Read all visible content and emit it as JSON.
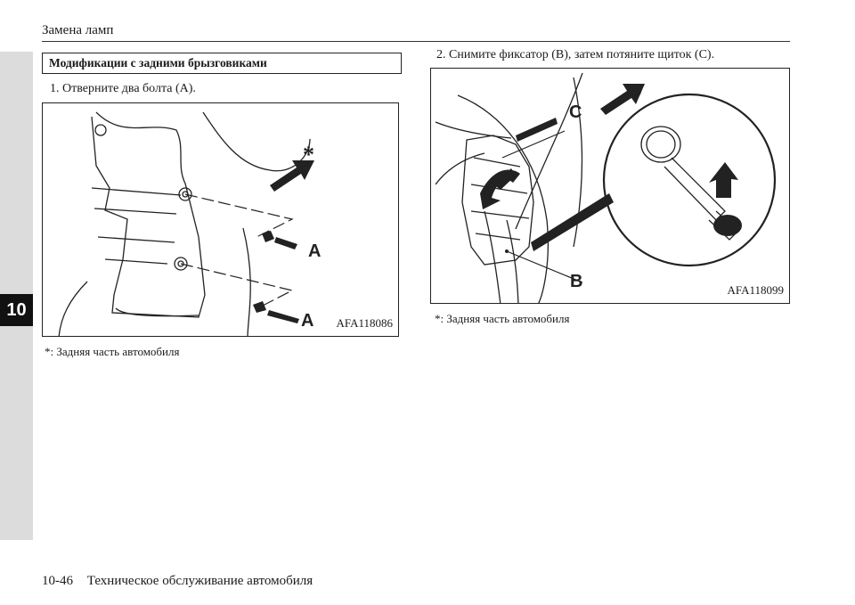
{
  "header": {
    "title": "Замена ламп"
  },
  "chapter": {
    "number": "10"
  },
  "section": {
    "title": "Модификации с задними брызговиками"
  },
  "steps": [
    {
      "text": "1. Отверните два болта (A)."
    },
    {
      "text": "2. Снимите фиксатор (B), затем потяните щиток (C)."
    }
  ],
  "figures": [
    {
      "code": "AFA118086",
      "labels": [
        "A",
        "A"
      ],
      "mark": "*",
      "note": "*:  Задняя часть автомобиля"
    },
    {
      "code": "AFA118099",
      "labels": [
        "B",
        "C"
      ],
      "mark": "*",
      "note": "*:  Задняя часть автомобиля"
    }
  ],
  "footer": {
    "page": "10-46",
    "title": "Техническое обслуживание автомобиля"
  }
}
